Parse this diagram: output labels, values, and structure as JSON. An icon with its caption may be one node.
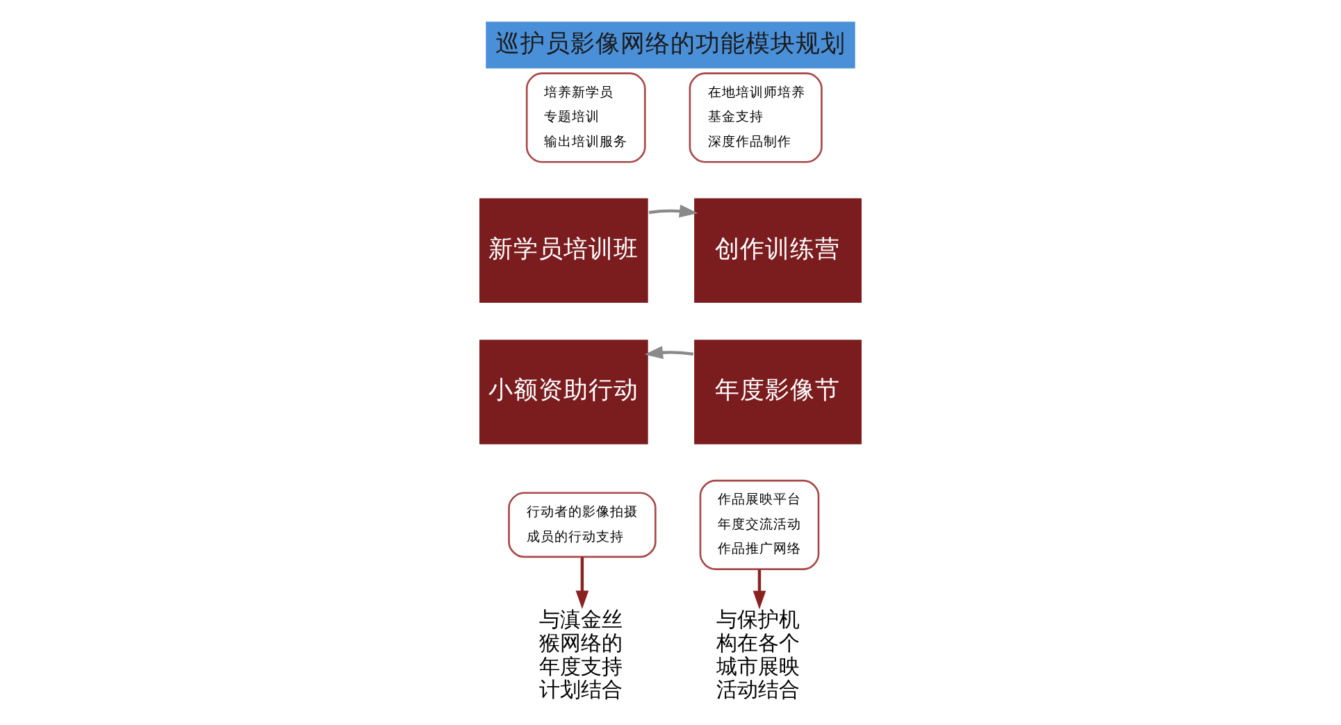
{
  "diagram": {
    "title": "巡护员影像网络的功能模块规划",
    "nodes": [
      {
        "text": [
          "培养新学员",
          "专题培训",
          "输出培训服务"
        ]
      },
      {
        "text": [
          "在地培训师培养",
          "基金支持",
          "深度作品制作"
        ]
      },
      {
        "text": [
          "新学员培训班"
        ]
      },
      {
        "text": [
          "创作训练营"
        ]
      },
      {
        "text": [
          "小额资助行动"
        ]
      },
      {
        "text": [
          "年度影像节"
        ]
      },
      {
        "text": [
          "行动者的影像拍摄",
          "成员的行动支持"
        ]
      },
      {
        "text": [
          "作品展映平台",
          "年度交流活动",
          "作品推广网络"
        ]
      },
      {
        "text": [
          "与滇金丝猴网络的年度支持计划结合"
        ]
      },
      {
        "text": [
          "与保护机构在各个城市展映活动结合"
        ]
      }
    ],
    "edges": [
      {
        "from": 2,
        "to": 3,
        "arrow": "to",
        "color": "#8a8a8a"
      },
      {
        "from": 5,
        "to": 4,
        "arrow": "to",
        "color": "#8a8a8a"
      },
      {
        "from": 6,
        "to": 8,
        "arrow": "to",
        "color": "#8b2222"
      },
      {
        "from": 7,
        "to": 9,
        "arrow": "to",
        "color": "#8b2222"
      }
    ]
  }
}
